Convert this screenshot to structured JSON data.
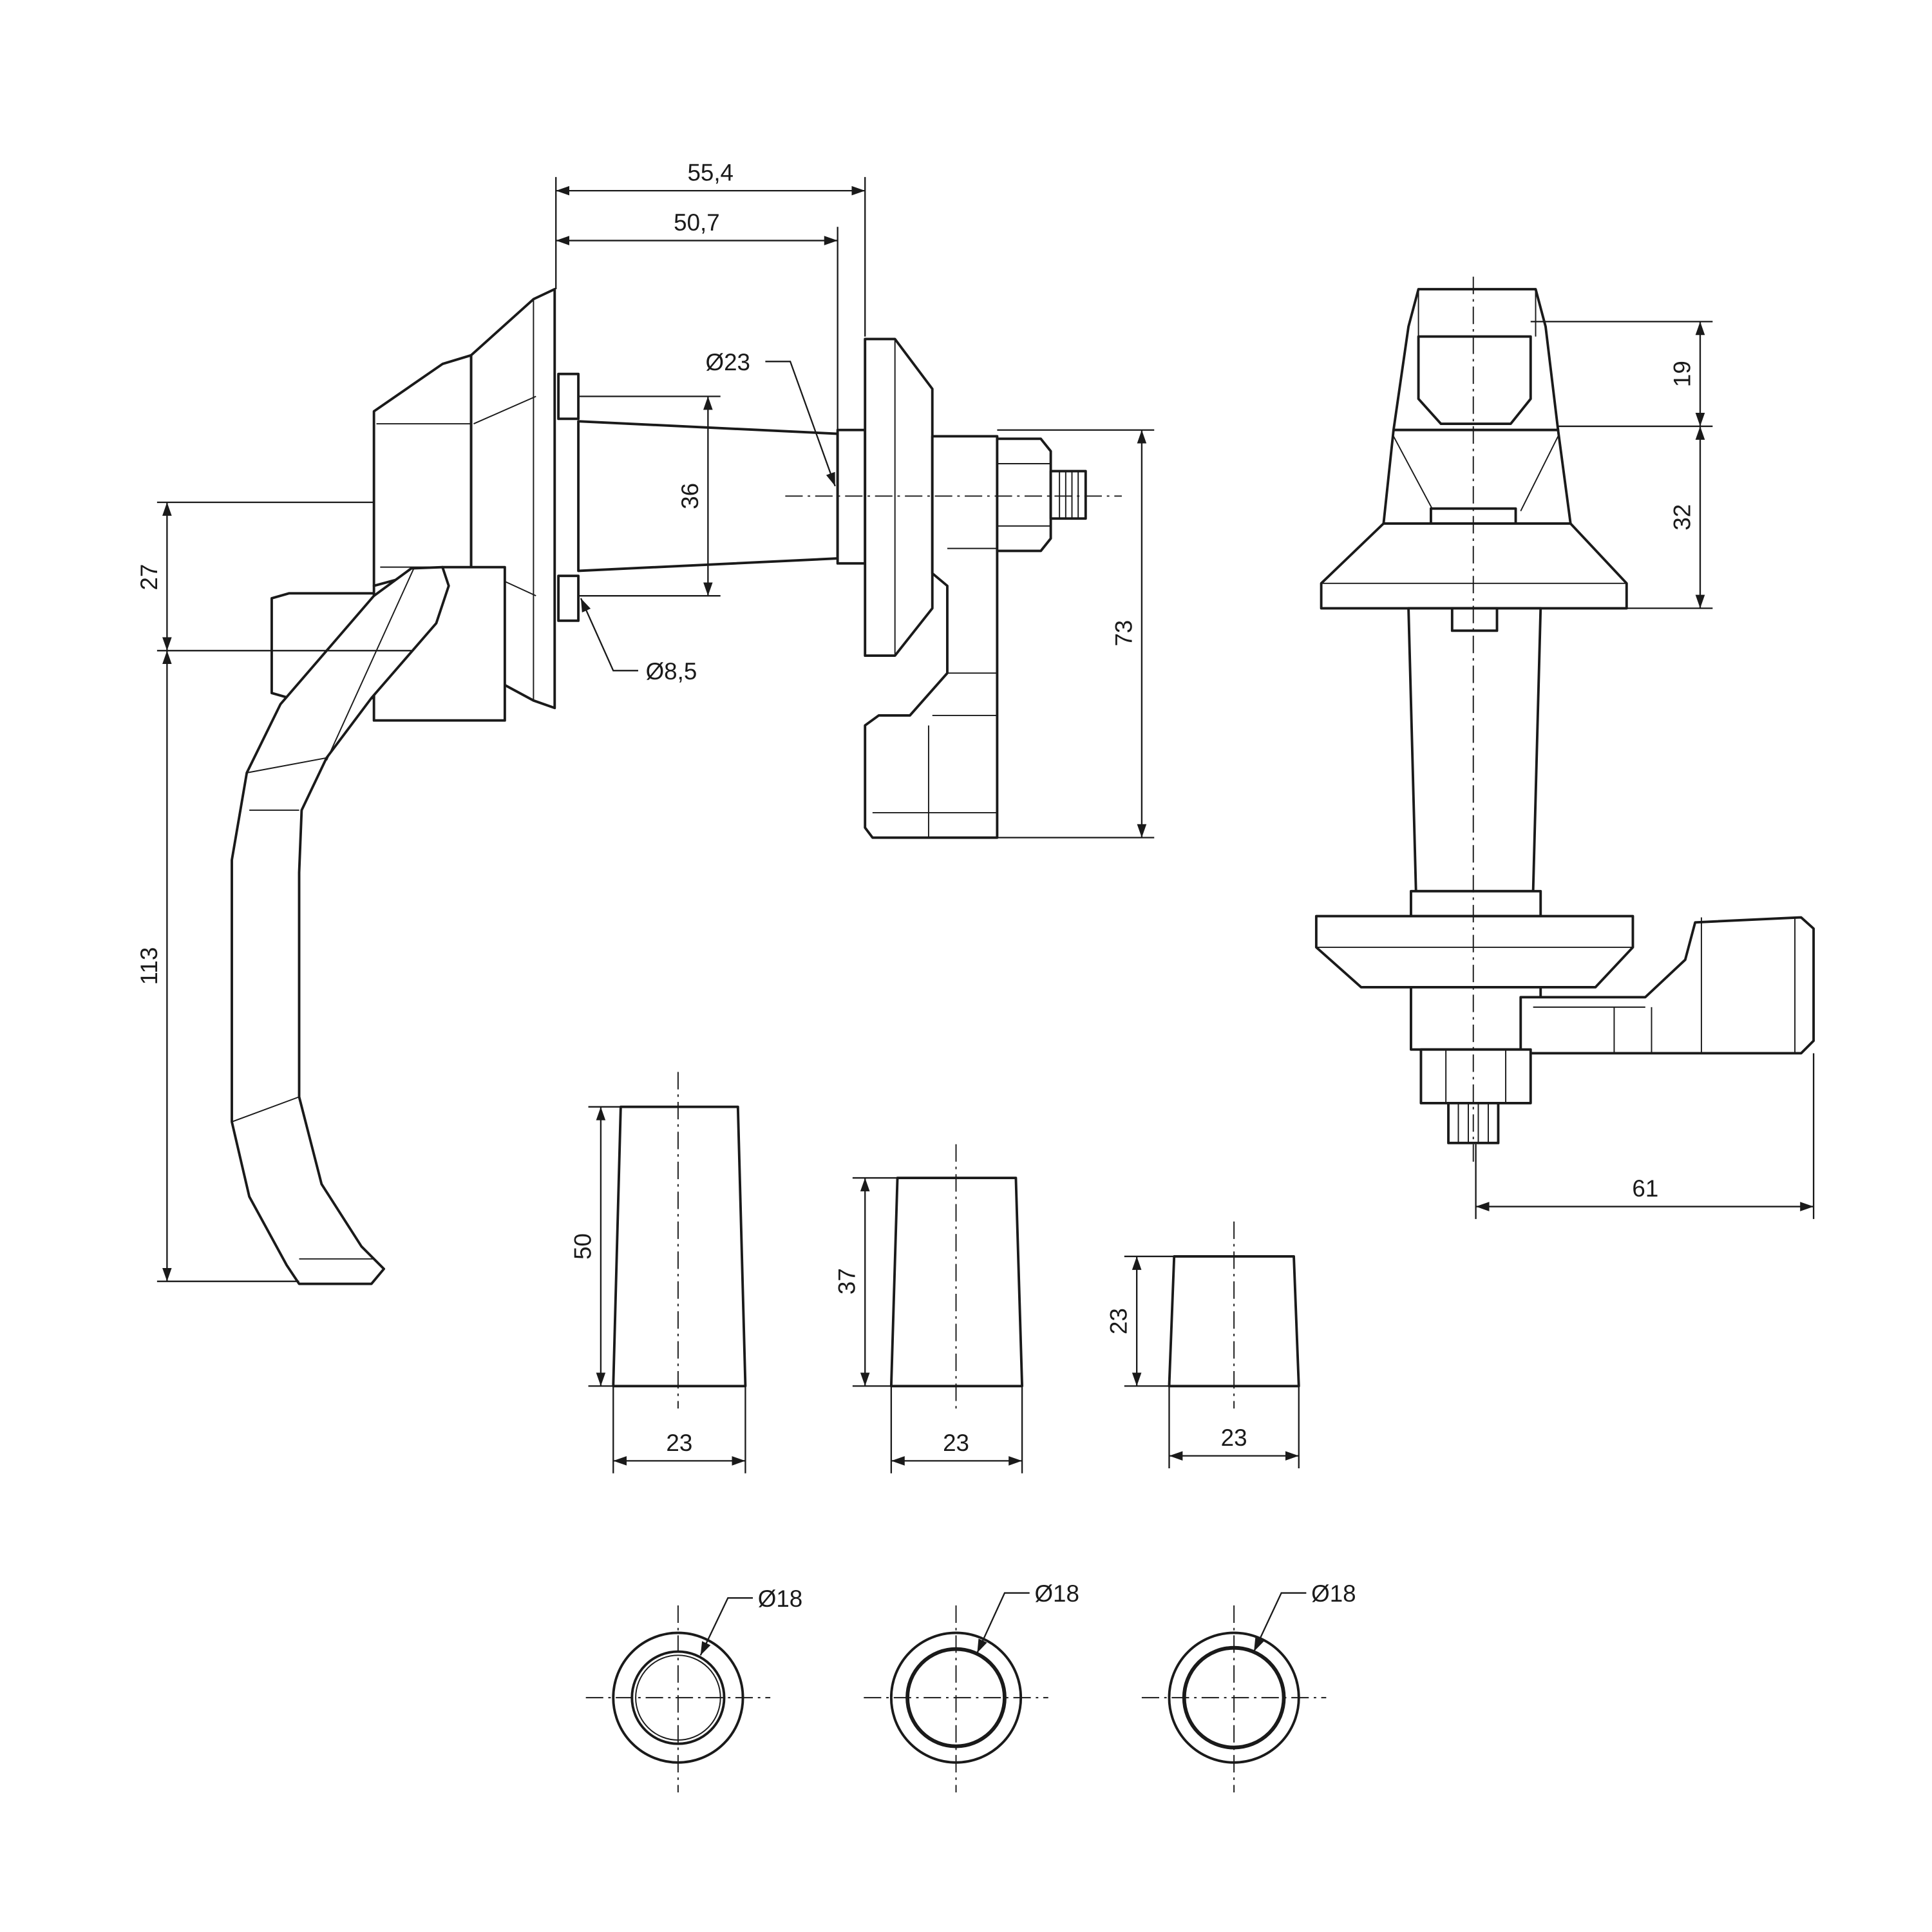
{
  "dimensions": {
    "d_55_4": "55,4",
    "d_50_7": "50,7",
    "d_dia23": "Ø23",
    "d_36": "36",
    "d_27": "27",
    "d_dia8_5": "Ø8,5",
    "d_113": "113",
    "d_73": "73",
    "d_19": "19",
    "d_32": "32",
    "d_61": "61",
    "d_50": "50",
    "d_37": "37",
    "d_23_h": "23",
    "d_23_w1": "23",
    "d_23_w2": "23",
    "d_23_w3": "23",
    "d_dia18_1": "Ø18",
    "d_dia18_2": "Ø18",
    "d_dia18_3": "Ø18"
  }
}
